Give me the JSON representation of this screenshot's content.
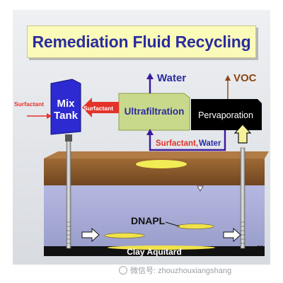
{
  "title": "Remediation Fluid Recycling",
  "labels": {
    "mix_tank": "Mix Tank",
    "surfactant_in": "Surfactant",
    "surfactant_arrow": "Surfactant",
    "ultrafiltration": "Ultrafiltration",
    "water_out": "Water",
    "pervaporation": "Pervaporation",
    "voc_out": "VOC",
    "surfactant_return": "Surfactant,",
    "water_return": "Water",
    "dnapl": "DNAPL",
    "clay": "Clay Aquitard",
    "page_number": "20"
  },
  "watermark": "微信号: zhouzhouxiangshang",
  "colors": {
    "title_text": "#2a2c9e",
    "title_bg": "#fbfbb9",
    "mix_tank": "#2c2ad0",
    "ultrafiltration": "#c9d98b",
    "pervaporation": "#000000",
    "red_arrow": "#e4322a",
    "flow_line": "#3b1a9e",
    "soil": "#8a5a2a",
    "aquifer": "#a2a6cf",
    "dnapl": "#f1e24a",
    "voc": "#8b4513"
  }
}
